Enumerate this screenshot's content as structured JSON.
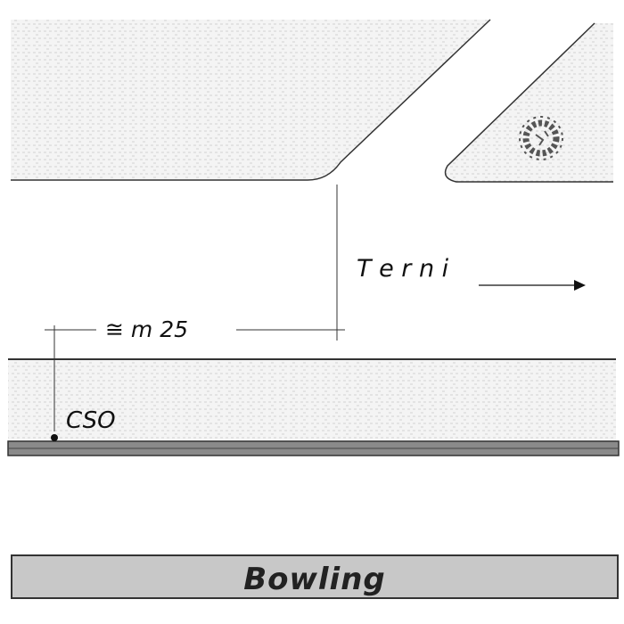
{
  "labels": {
    "direction": "T e r n i",
    "distance": "≅  m  25",
    "cso": "CSO",
    "building": "Bowling"
  },
  "icons": {
    "tree": "tree-icon",
    "direction_arrow": "arrow-right-icon",
    "point_marker": "dot-marker-icon"
  },
  "colors": {
    "road_area": "#ffffff",
    "block_fill": "#efefef",
    "line": "#333333",
    "building_fill": "#c8c8c8",
    "sidewalk_fill": "#8a8a8a",
    "tree_fill": "#555555"
  }
}
